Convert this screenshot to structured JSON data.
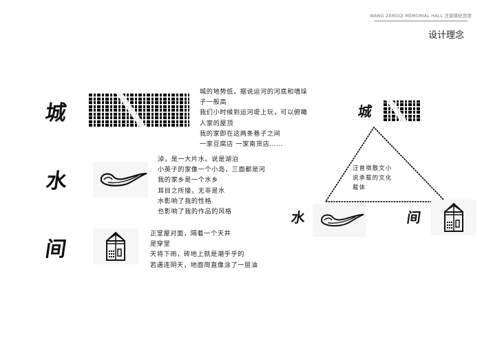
{
  "header": {
    "subtitle": "WANG ZENGQI MEMORIAL HALL 汪曾祺纪念馆",
    "title": "设计理念"
  },
  "sections": [
    {
      "label": "城",
      "image_icon": "city-map-figure-ground-icon",
      "lines": [
        "城的地势低，据说运河的河底和墙垛",
        "子一般高",
        "我们小时候到运河堤上玩，可以俯瞰",
        "人家的屋顶",
        "我的家即在这两条巷子之间",
        "一家豆腐店 一家南货店……"
      ]
    },
    {
      "label": "水",
      "image_icon": "water-glyph-icon",
      "lines": [
        "淖，是一大片水。说是湖泊",
        "小英子的家像一个小岛，三面都是河",
        "我的家乡是一个水乡",
        "耳目之所接，无非是水",
        "水影响了我的性格",
        "也影响了我的作品的风格"
      ]
    },
    {
      "label": "间",
      "image_icon": "house-glyph-icon",
      "lines": [
        "正堂屋对面，隔着一个天井",
        "是穿堂",
        "天将下雨，砖地上就是潮乎乎的",
        "若遇连阴天，地面简直像涂了一层油"
      ]
    }
  ],
  "diagram": {
    "top_label": "城",
    "left_label": "水",
    "right_label": "间",
    "center_lines": [
      "汪曾祺散文小",
      "说承载的文化",
      "载体"
    ]
  }
}
